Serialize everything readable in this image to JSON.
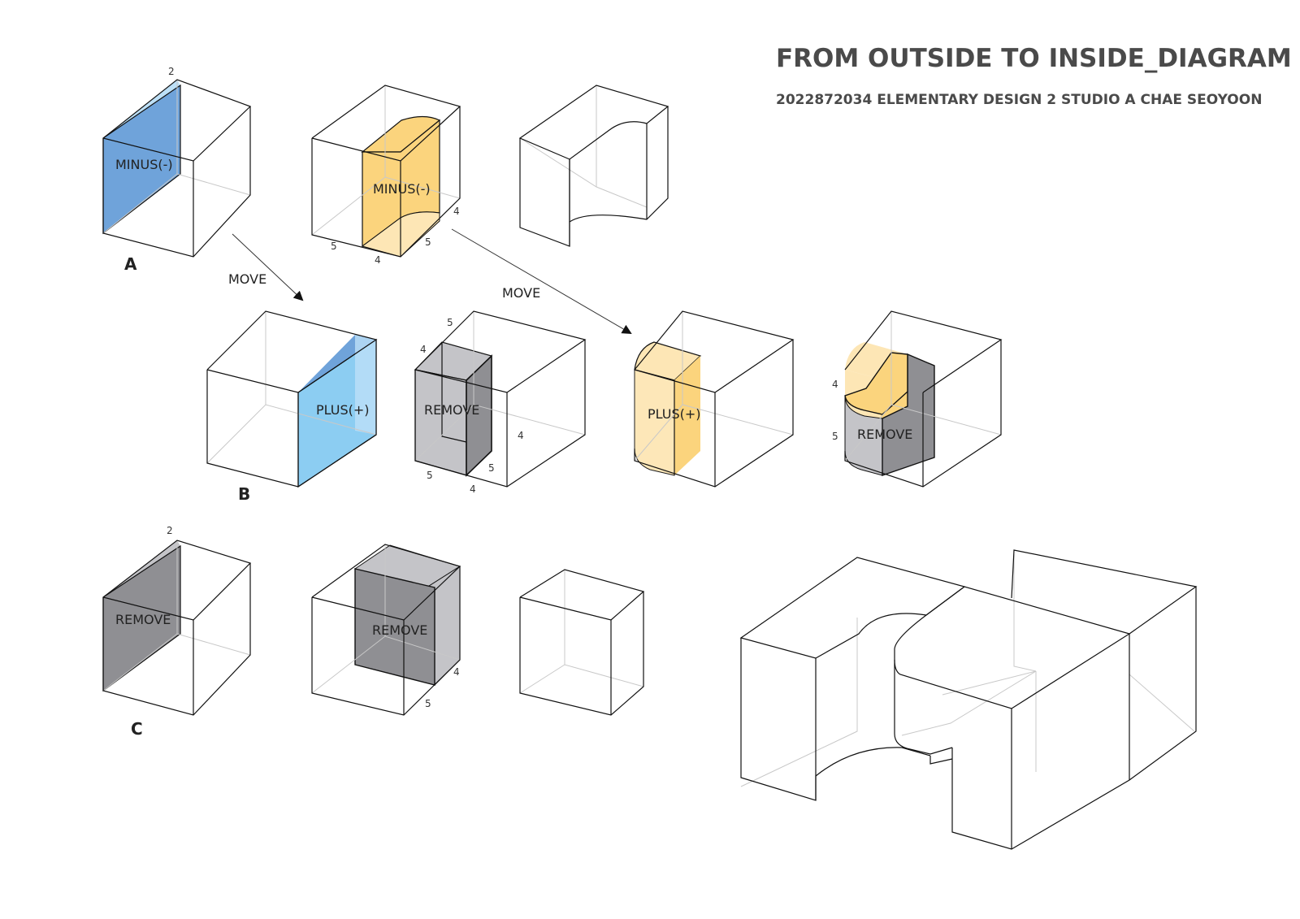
{
  "header": {
    "title": "FROM OUTSIDE TO INSIDE_DIAGRAM",
    "subtitle": "2022872034 ELEMENTARY DESIGN 2 STUDIO A CHAE SEOYOON"
  },
  "rows": {
    "a": "A",
    "b": "B",
    "c": "C"
  },
  "operations": {
    "minus": "MINUS(-)",
    "plus": "PLUS(+)",
    "remove": "REMOVE",
    "move": "MOVE"
  },
  "dimensions": {
    "two": "2",
    "four": "4",
    "five": "5"
  },
  "colors": {
    "blue_dark": "#6fa3da",
    "blue_light": "#bde0f7",
    "blue_plus": "#8ccdf2",
    "yellow": "#fbd47d",
    "yellow_light": "#fde6b5",
    "gray_dark": "#8f8f93",
    "gray_light": "#c4c4c8",
    "text": "#4a4a4a"
  }
}
